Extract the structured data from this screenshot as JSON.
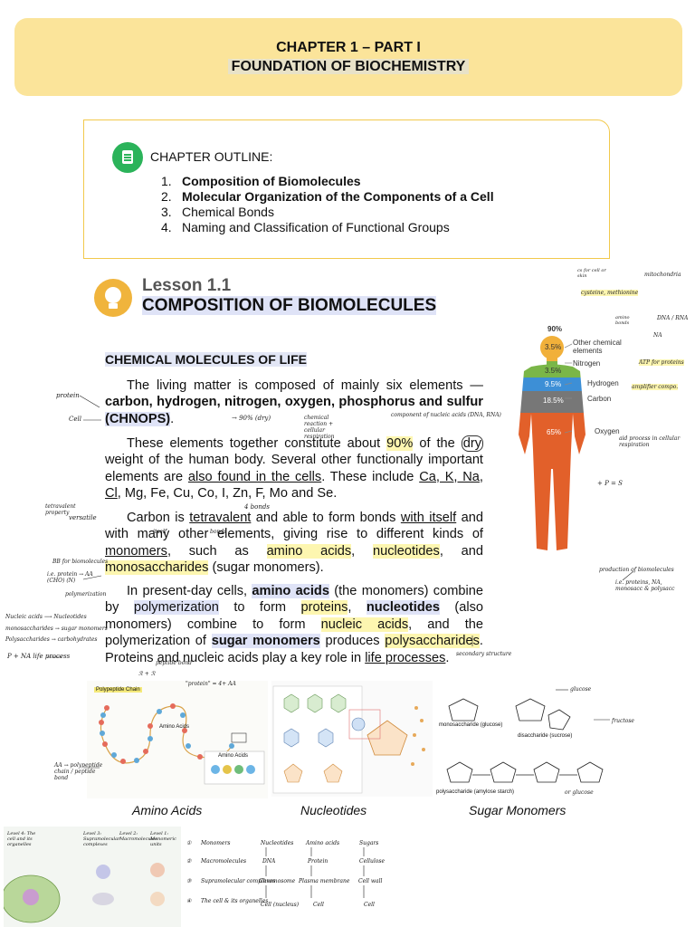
{
  "header": {
    "line1": "CHAPTER 1 – PART I",
    "line2": "FOUNDATION OF BIOCHEMISTRY"
  },
  "outline": {
    "title": "CHAPTER OUTLINE:",
    "items": [
      {
        "num": "1.",
        "label": "Composition of Biomolecules",
        "bold": true
      },
      {
        "num": "2.",
        "label": "Molecular Organization of the Components of a Cell",
        "bold": true
      },
      {
        "num": "3.",
        "label": "Chemical Bonds",
        "bold": false
      },
      {
        "num": "4.",
        "label": "Naming and Classification of Functional Groups",
        "bold": false
      }
    ]
  },
  "lesson": {
    "label": "Lesson 1.1",
    "title": "COMPOSITION OF BIOMOLECULES"
  },
  "section": {
    "heading": "CHEMICAL MOLECULES OF LIFE"
  },
  "paragraphs": {
    "p1_a": "The living matter is composed of mainly six elements —",
    "p1_b": "carbon, hydrogen, nitrogen, oxygen, phosphorus and sulfur",
    "p1_c": "(CHNOPS)",
    "p2_a": "These elements together constitute about",
    "p2_pct": "90%",
    "p2_b": "of the",
    "p2_dry": "dry",
    "p2_c": "weight of the human body. Several other functionally important elements are",
    "p2_d": "also found in the cells",
    "p2_e": ". These include",
    "p2_f": "Ca, K, Na, Cl",
    "p2_g": ", Mg, Fe, Cu, Co, I, Zn, F, Mo and Se.",
    "p3_a": "Carbon is",
    "p3_tetra": "tetravalent",
    "p3_b": "and able to form bonds",
    "p3_itself": "with itself",
    "p3_c": "and with many other elements, giving rise to different kinds of",
    "p3_mono": "monomers",
    "p3_d": ", such as",
    "p3_aa": "amino acids",
    "p3_nuc": "nucleotides",
    "p3_and": ", and",
    "p3_ms": "monosaccharides",
    "p3_e": "(sugar monomers).",
    "p4_a": "In present-day cells,",
    "p4_aa": "amino acids",
    "p4_b": "(the monomers) combine by",
    "p4_poly": "polymerization",
    "p4_c": "to form",
    "p4_prot": "proteins",
    "p4_nuc": "nucleotides",
    "p4_d": "(also monomers) combine to form",
    "p4_na": "nucleic acids",
    "p4_e": ", and the polymerization of",
    "p4_sm": "sugar monomers",
    "p4_f": "produces",
    "p4_ps": "polysaccharides",
    "p4_g": ". Proteins and nucleic acids play a key role in",
    "p4_lp": "life processes",
    "p4_h": "."
  },
  "body_figure": {
    "top_pct": "90%",
    "segments": [
      {
        "pct": "3.5%",
        "label": "Other chemical elements",
        "color": "#f1b03a"
      },
      {
        "pct": "3.5%",
        "label": "Nitrogen",
        "color": "#7ab648"
      },
      {
        "pct": "9.5%",
        "label": "Hydrogen",
        "color": "#3d8fd6"
      },
      {
        "pct": "18.5%",
        "label": "Carbon",
        "color": "#777777"
      },
      {
        "pct": "65%",
        "label": "Oxygen",
        "color": "#e2602a"
      }
    ]
  },
  "figures": {
    "amino": {
      "caption": "Amino Acids",
      "chain_label": "Polypeptide Chain",
      "inner1": "Amino Acids",
      "inner2": "Amino Acids"
    },
    "nucleotides": {
      "caption": "Nucleotides"
    },
    "sugar": {
      "caption": "Sugar Monomers",
      "mono": "monosaccharide (glucose)",
      "di": "disaccharide (sucrose)",
      "poly": "polysaccharide (amylose starch)"
    }
  },
  "hierarchy": {
    "levels": [
      "Level 4: The cell and its organelles",
      "Level 3: Supramolecular complexes",
      "Level 2: Macromolecules",
      "Level 1: Monomeric units"
    ],
    "rows": [
      {
        "n": "①",
        "label": "Monomers",
        "c1": "Nucleotides",
        "c2": "Amino acids",
        "c3": "Sugars"
      },
      {
        "n": "②",
        "label": "Macromolecules",
        "c1": "DNA",
        "c2": "Protein",
        "c3": "Cellulose"
      },
      {
        "n": "③",
        "label": "Supramolecular complexes",
        "c1": "Chromosome",
        "c2": "Plasma membrane",
        "c3": "Cell wall"
      },
      {
        "n": "④",
        "label": "The cell & its organelles",
        "c1": "Cell (nucleus)",
        "c2": "Cell",
        "c3": "Cell"
      }
    ]
  },
  "handwritten": {
    "protein": "protein",
    "cell": "Cell",
    "pct90": "→ 90% (dry)",
    "chem_react": "chemical reaction + cellular respiration",
    "component": "component of nucleic acids (DNA, RNA)",
    "tetravalent": "tetravalent property",
    "versatile": "versatile",
    "bonds": "4 bonds",
    "many": "bonds",
    "itself": "itself",
    "bb": "BB for biomolecules",
    "ie": "i.e. protein → AA (CHO) (N)",
    "polym": "polymerization",
    "nucleic": "Nucleic acids ⟶ Nucleotides",
    "monosacc": "monosaccharides → sugar monomers",
    "polysacc": "Polysaccharides → carbohydrates",
    "pna": "P + NA        life process",
    "production": "production of biomolecules",
    "ie2": "i.e. proteins, NA, monosacc & polysacc",
    "sec": "secondary structure",
    "aa_pep": "AA → polypeptide chain / peptide bond",
    "peptide": "peptide bond",
    "protein_eq": "\"protein\" = 4+ AA",
    "rr": "ℛ + ℛ",
    "glucose": "glucose",
    "fructose": "fructose",
    "or_glu": "or glucose",
    "cs": "cs for cell or skin",
    "cyst": "cysteine, methionine",
    "amino_bonds": "amino bonds",
    "dna_rna": "DNA / RNA",
    "na": "NA",
    "atp": "ATP for proteins",
    "amp": "amplifier compo.",
    "mito": "mitochondria",
    "aid": "aid process in cellular respiration",
    "tps": "+ P = S"
  }
}
